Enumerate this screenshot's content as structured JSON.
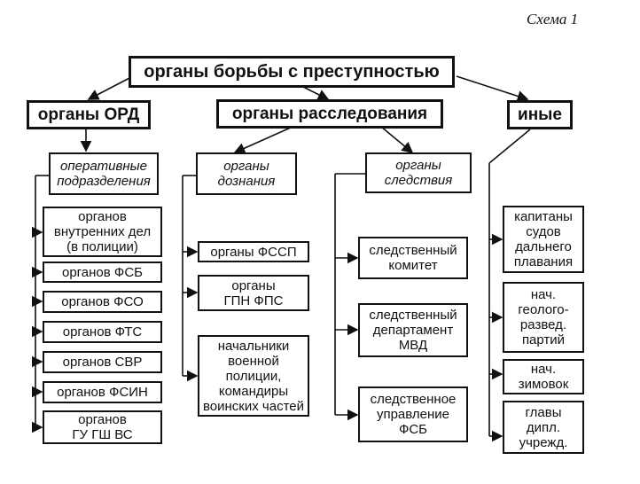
{
  "caption": "Схема 1",
  "root": "органы борьбы с преступностью",
  "branches": {
    "ord": "органы ОРД",
    "investigation": "органы расследования",
    "other": "иные"
  },
  "ord_group": {
    "header": "оперативные\nподразделения",
    "items": [
      "органов\nвнутренних дел\n(в полиции)",
      "органов ФСБ",
      "органов ФСО",
      "органов ФТС",
      "органов СВР",
      "органов ФСИН",
      "органов\nГУ ГШ ВС"
    ]
  },
  "inquiry_group": {
    "header": "органы\nдознания",
    "items": [
      "органы ФССП",
      "органы\nГПН ФПС",
      "начальники\nвоенной\nполиции,\nкомандиры\nвоинских частей"
    ]
  },
  "investigation_group": {
    "header": "органы\nследствия",
    "items": [
      "следственный\nкомитет",
      "следственный\nдепартамент\nМВД",
      "следственное\nуправление\nФСБ"
    ]
  },
  "other_items": [
    "капитаны\nсудов\nдальнего\nплавания",
    "нач.\nгеолого-\nразвед.\nпартий",
    "нач.\nзимовок",
    "главы\nдипл.\nучрежд."
  ]
}
